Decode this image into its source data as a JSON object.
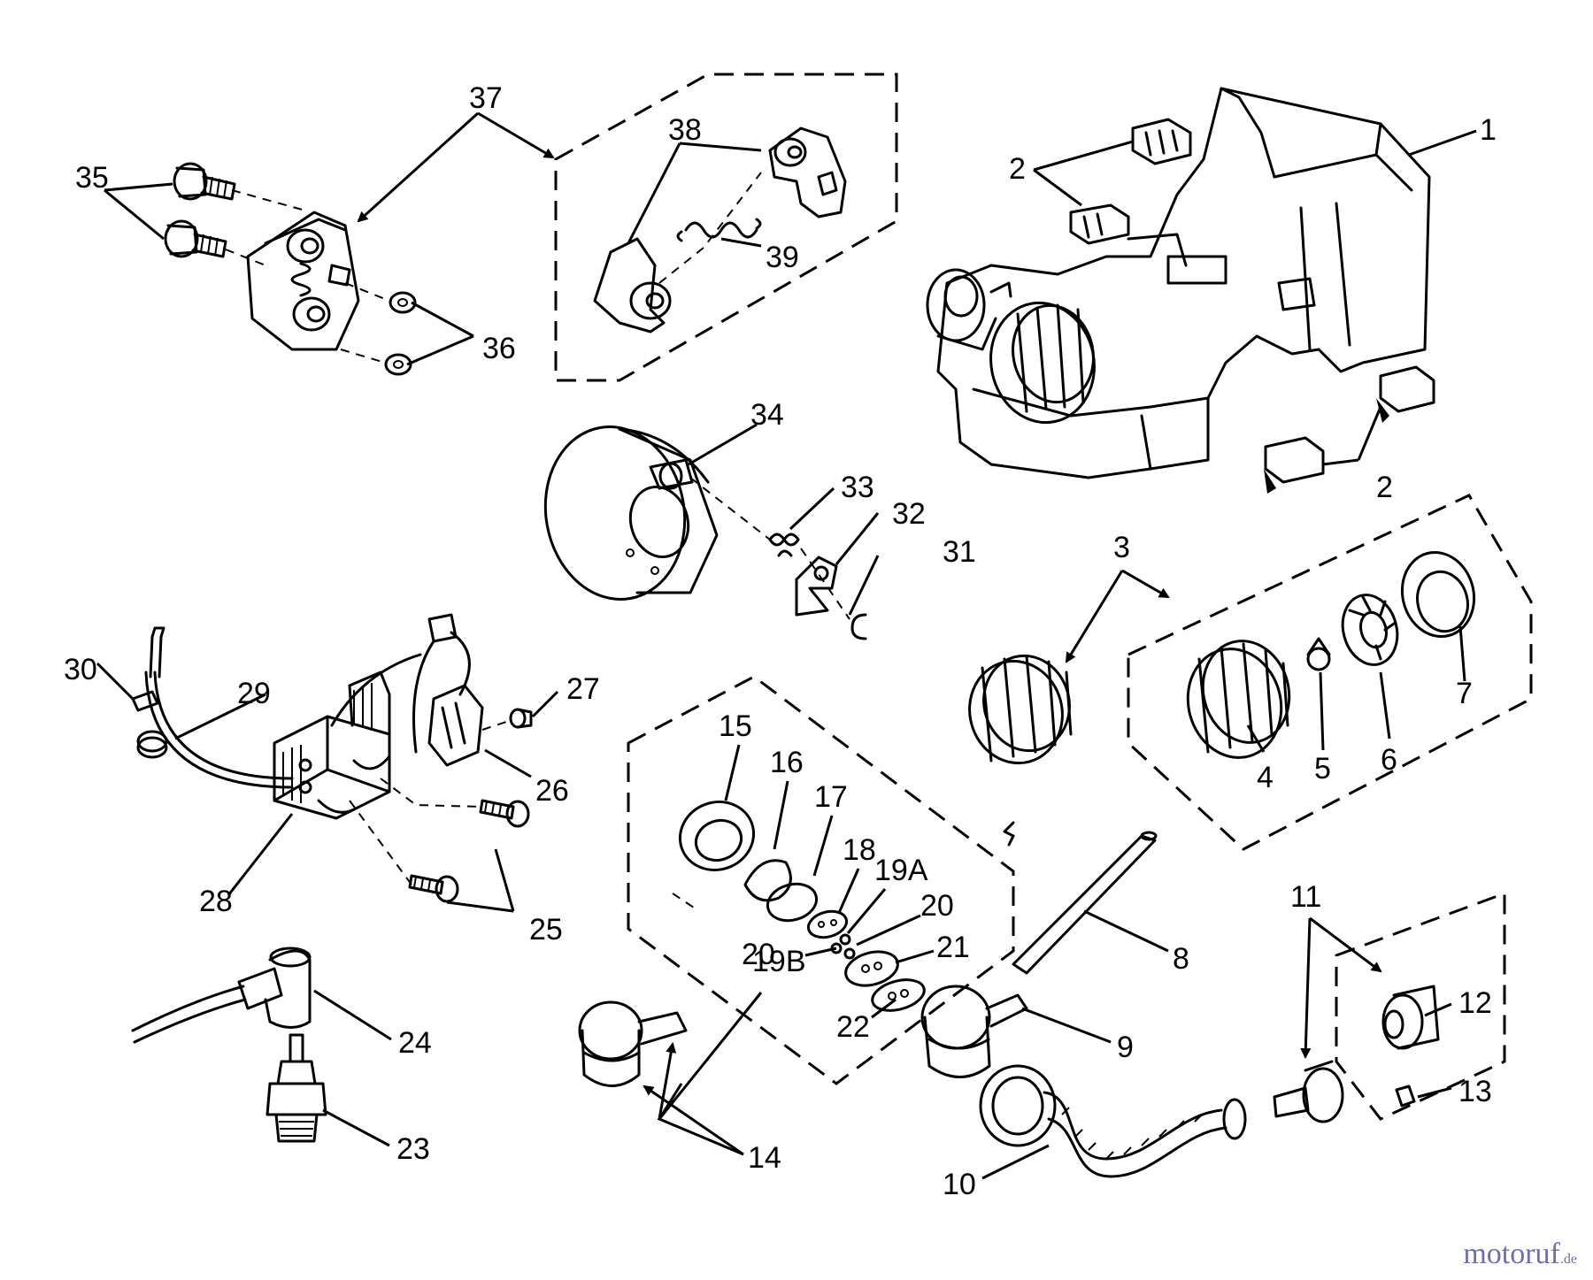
{
  "labels": [
    {
      "text": "1"
    },
    {
      "text": "2"
    },
    {
      "text": "2"
    },
    {
      "text": "3"
    },
    {
      "text": "4"
    },
    {
      "text": "5"
    },
    {
      "text": "6"
    },
    {
      "text": "7"
    },
    {
      "text": "8"
    },
    {
      "text": "9"
    },
    {
      "text": "10"
    },
    {
      "text": "11"
    },
    {
      "text": "12"
    },
    {
      "text": "13"
    },
    {
      "text": "14"
    },
    {
      "text": "15"
    },
    {
      "text": "16"
    },
    {
      "text": "17"
    },
    {
      "text": "18"
    },
    {
      "text": "19A"
    },
    {
      "text": "19B"
    },
    {
      "text": "20"
    },
    {
      "text": "20"
    },
    {
      "text": "21"
    },
    {
      "text": "22"
    },
    {
      "text": "23"
    },
    {
      "text": "24"
    },
    {
      "text": "25"
    },
    {
      "text": "26"
    },
    {
      "text": "27"
    },
    {
      "text": "28"
    },
    {
      "text": "29"
    },
    {
      "text": "30"
    },
    {
      "text": "31"
    },
    {
      "text": "32"
    },
    {
      "text": "33"
    },
    {
      "text": "34"
    },
    {
      "text": "35"
    },
    {
      "text": "36"
    },
    {
      "text": "37"
    },
    {
      "text": "38"
    },
    {
      "text": "39"
    }
  ],
  "watermark": {
    "text": "motoruf",
    "suffix": ".de"
  }
}
